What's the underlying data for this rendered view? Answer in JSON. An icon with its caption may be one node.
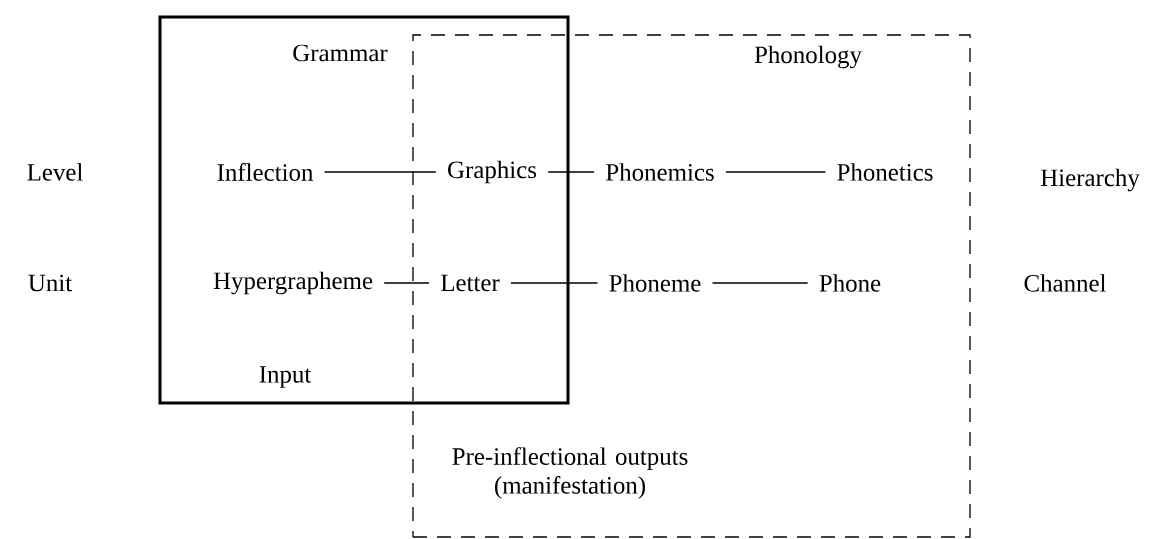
{
  "diagram": {
    "nodes": [
      {
        "text": [
          "Grammar",
          "Input"
        ]
      },
      {
        "text": [
          "Phonology",
          "Pre-inflectional outputs (manifestation)"
        ]
      },
      {
        "text": [
          "Inflection"
        ],
        "in": 0
      },
      {
        "text": [
          "Graphics"
        ]
      },
      {
        "text": [
          "Phonemics"
        ],
        "in": 1
      },
      {
        "text": [
          "Phonetics"
        ],
        "in": 1
      },
      {
        "text": [
          "Hypergrapheme"
        ],
        "in": 0
      },
      {
        "text": [
          "Letter"
        ]
      },
      {
        "text": [
          "Phoneme"
        ],
        "in": 1
      },
      {
        "text": [
          "Phone"
        ],
        "in": 1
      }
    ],
    "edges": [
      {
        "from": 2,
        "to": 3,
        "arrow": "none"
      },
      {
        "from": 3,
        "to": 4,
        "arrow": "none"
      },
      {
        "from": 4,
        "to": 5,
        "arrow": "none"
      },
      {
        "from": 6,
        "to": 7,
        "arrow": "none"
      },
      {
        "from": 7,
        "to": 8,
        "arrow": "none"
      },
      {
        "from": 8,
        "to": 9,
        "arrow": "none"
      }
    ],
    "labels": [
      "Level",
      "Unit",
      "Hierarchy",
      "Channel"
    ]
  }
}
